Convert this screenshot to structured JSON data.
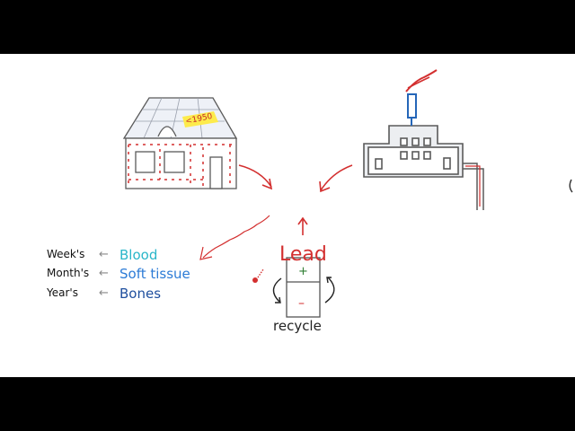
{
  "diagram": {
    "house_year": "<1950",
    "center_label": "Lead",
    "exposure_rows": [
      {
        "duration": "Week's",
        "arrow": "←",
        "location": "Blood"
      },
      {
        "duration": "Month's",
        "arrow": "←",
        "location": "Soft tissue"
      },
      {
        "duration": "Year's",
        "arrow": "←",
        "location": "Bones"
      }
    ],
    "battery_plus": "+",
    "battery_minus": "–",
    "battery_caption": "recycle"
  },
  "colors": {
    "lead_red": "#d32f2f",
    "blood": "#29b6c9",
    "soft_tissue": "#2c7bd6",
    "bones": "#1f4f9e",
    "chimney": "#2566b8",
    "building_stroke": "#5a5a5a"
  },
  "icons": [
    "house-icon",
    "factory-icon",
    "battery-icon",
    "recycle-arrows-icon",
    "plug-icon"
  ]
}
